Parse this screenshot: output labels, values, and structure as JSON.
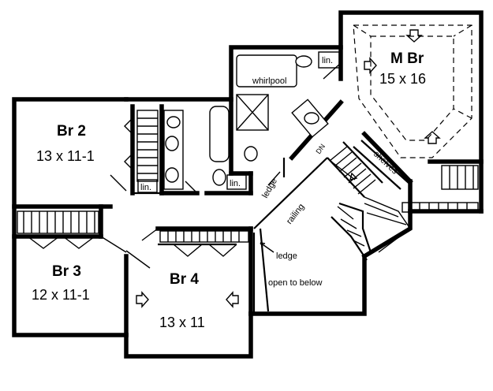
{
  "rooms": {
    "master": {
      "name": "M Br",
      "size": "15 x 16"
    },
    "br2": {
      "name": "Br 2",
      "size": "13 x 11-1"
    },
    "br3": {
      "name": "Br 3",
      "size": "12 x 11-1"
    },
    "br4": {
      "name": "Br 4",
      "size": "13 x 11"
    }
  },
  "labels": {
    "whirlpool": "whirlpool",
    "linen": "lin.",
    "shelves": "shelves",
    "down": "DN",
    "railing": "railing",
    "ledge": "ledge",
    "open_to_below": "open to below"
  }
}
